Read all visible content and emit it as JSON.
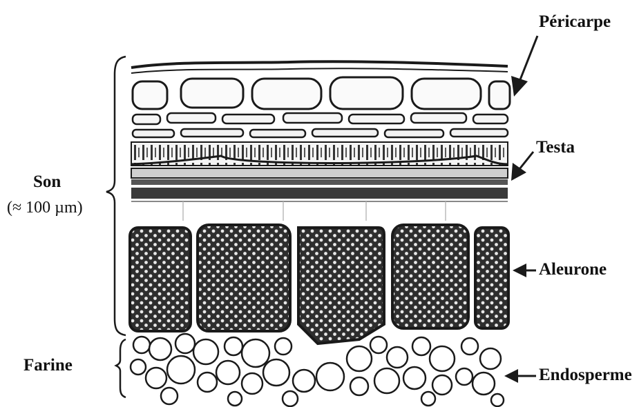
{
  "labels": {
    "pericarpe": "Péricarpe",
    "testa": "Testa",
    "aleurone": "Aleurone",
    "endosperme": "Endosperme",
    "son": "Son",
    "son_size": "(≈ 100 µm)",
    "farine": "Farine"
  },
  "colors": {
    "ink": "#1a1a1a",
    "cell_fill": "#2e2e2e",
    "granule": "#e8e8e8",
    "background": "#ffffff"
  }
}
